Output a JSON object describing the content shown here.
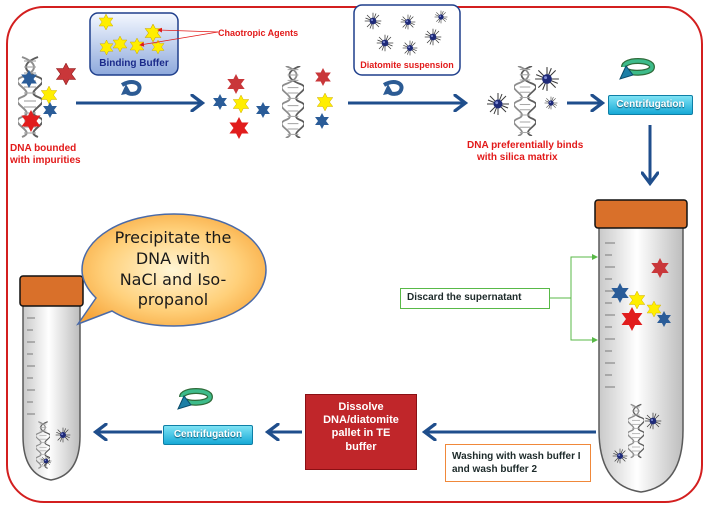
{
  "labels": {
    "chaotropic_agents": "Chaotropic Agents",
    "binding_buffer": "Binding Buffer",
    "diatomite_suspension": "Diatomite suspension",
    "dna_bounded_line1": "DNA bounded",
    "dna_bounded_line2": "with impurities",
    "dna_binds_line1": "DNA preferentially binds",
    "dna_binds_line2": "with silica matrix",
    "centrifugation_top": "Centrifugation",
    "centrifugation_bottom": "Centrifugation",
    "discard": "Discard the supernatant",
    "washing_line1": "Washing with wash buffer I",
    "washing_line2": "and wash buffer 2",
    "dissolve_line1": "Dissolve",
    "dissolve_line2": "DNA/diatomite",
    "dissolve_line3": "pallet in TE",
    "dissolve_line4": "buffer",
    "bubble_line1": "Precipitate the",
    "bubble_line2": "DNA with",
    "bubble_line3": "NaCl  and  Iso-",
    "bubble_line4": "propanol"
  },
  "colors": {
    "frame": "#d31f1f",
    "arrow": "#1f4e8c",
    "red_text": "#e21a1a",
    "tube_cap": "#d9702a",
    "dissolve_box": "#c0262a",
    "centrifuge_button": "#17a9d6",
    "bubble": "#ffb347",
    "discard_border": "#58b947",
    "washing_border": "#f0883a"
  },
  "icons": {
    "rotation": "curved-rotation-arrow-icon",
    "impurity": "spiky-particle-icon",
    "dna": "dna-helix-icon",
    "diatomite": "diatomite-particle-icon"
  }
}
